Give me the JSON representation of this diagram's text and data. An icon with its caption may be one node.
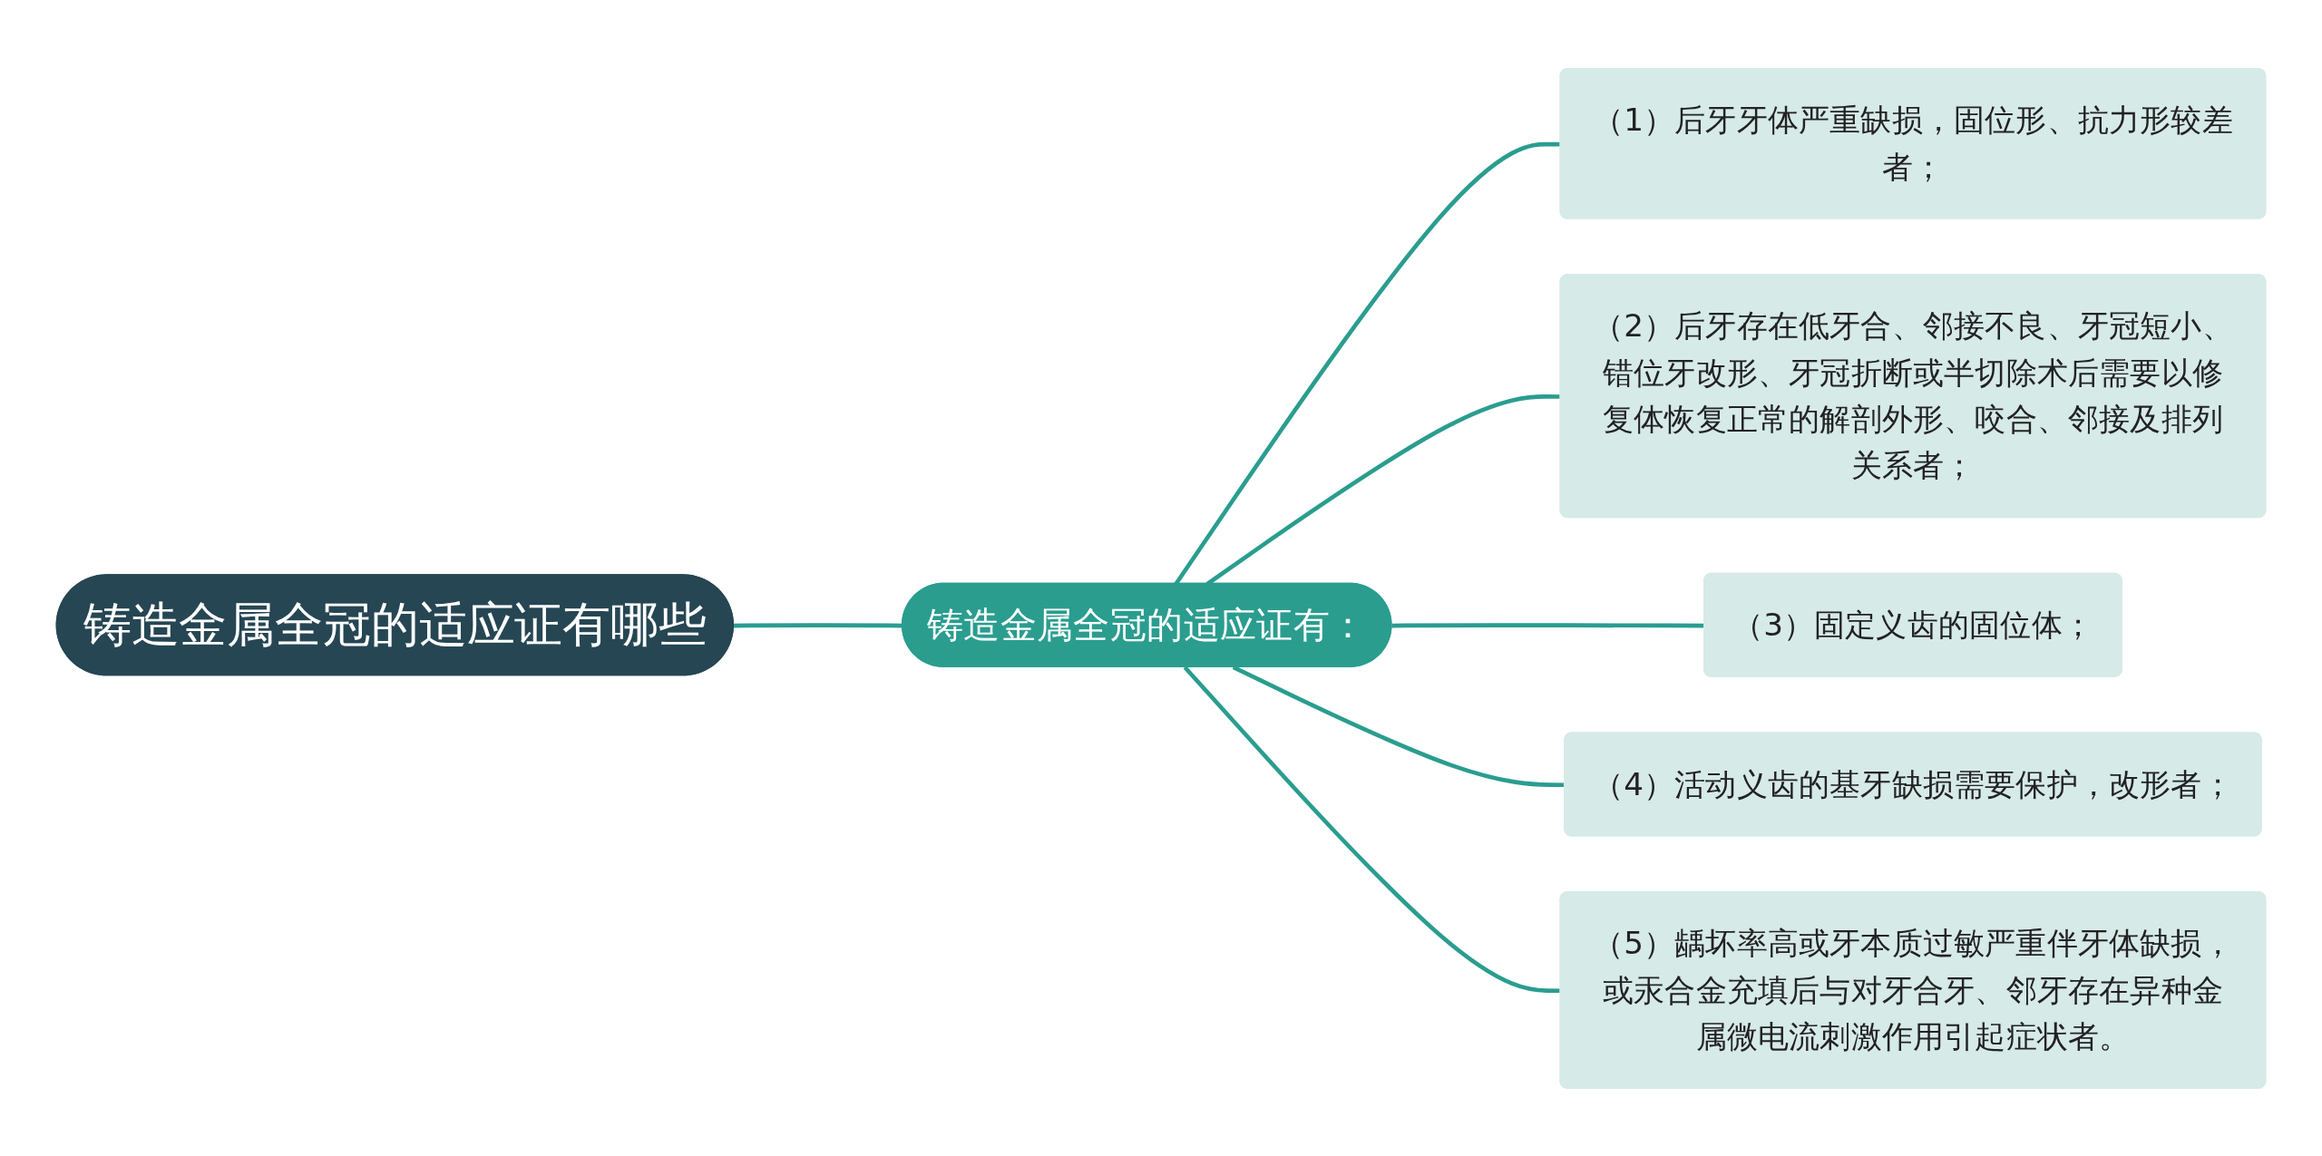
{
  "diagram": {
    "nodes": [
      {
        "text": [
          "铸造金属全冠的适应证有哪些"
        ]
      },
      {
        "text": [
          "铸造金属全冠的适应证有："
        ]
      },
      {
        "text": [
          "（1）后牙牙体严重缺损，固位形、抗力形较差者；"
        ]
      },
      {
        "text": [
          "（2）后牙存在低牙合、邻接不良、牙冠短小、错位牙改形、牙冠折断或半切除术后需要以修复体恢复正常的解剖外形、咬合、邻接及排列关系者；"
        ]
      },
      {
        "text": [
          "（3）固定义齿的固位体；"
        ]
      },
      {
        "text": [
          "（4）活动义齿的基牙缺损需要保护，改形者；"
        ]
      },
      {
        "text": [
          "（5）龋坏率高或牙本质过敏严重伴牙体缺损，或汞合金充填后与对牙合牙、邻牙存在异种金属微电流刺激作用引起症状者。"
        ]
      }
    ],
    "edges": [
      {
        "from": 0,
        "to": 1,
        "arrow": "none"
      },
      {
        "from": 1,
        "to": 2,
        "arrow": "none"
      },
      {
        "from": 1,
        "to": 3,
        "arrow": "none"
      },
      {
        "from": 1,
        "to": 4,
        "arrow": "none"
      },
      {
        "from": 1,
        "to": 5,
        "arrow": "none"
      },
      {
        "from": 1,
        "to": 6,
        "arrow": "none"
      }
    ]
  }
}
